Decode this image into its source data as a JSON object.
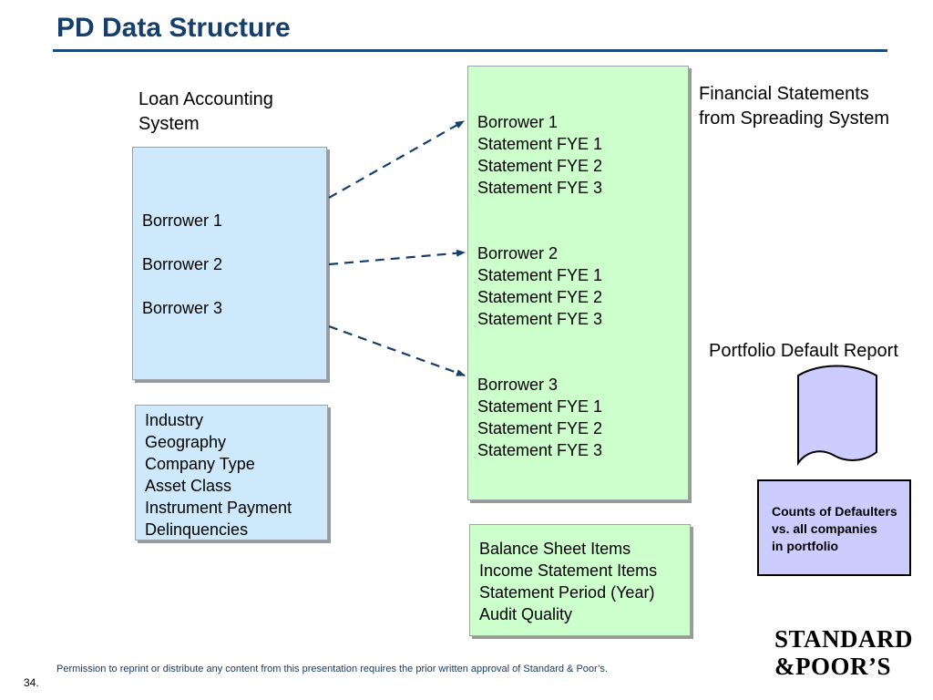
{
  "header": {
    "title": "PD Data Structure"
  },
  "loan_system": {
    "label_lines": [
      "Loan Accounting",
      "System"
    ],
    "borrowers": [
      "Borrower 1",
      "Borrower 2",
      "Borrower 3"
    ],
    "attributes": [
      "Industry",
      "Geography",
      "Company Type",
      "Asset Class",
      "Instrument Payment",
      "Delinquencies"
    ]
  },
  "financial_statements": {
    "label_lines": [
      "Financial Statements",
      "from Spreading System"
    ],
    "groups": [
      {
        "borrower": "Borrower 1",
        "statements": [
          "Statement FYE 1",
          "Statement FYE 2",
          "Statement FYE 3"
        ]
      },
      {
        "borrower": "Borrower 2",
        "statements": [
          "Statement FYE 1",
          "Statement FYE 2",
          "Statement FYE 3"
        ]
      },
      {
        "borrower": "Borrower 3",
        "statements": [
          "Statement FYE 1",
          "Statement FYE 2",
          "Statement FYE 3"
        ]
      }
    ],
    "items": [
      "Balance Sheet Items",
      "Income Statement Items",
      "Statement Period (Year)",
      "Audit Quality"
    ]
  },
  "portfolio_report": {
    "label": "Portfolio Default Report",
    "counts_lines": [
      "Counts of Defaulters",
      "vs. all companies",
      "in portfolio"
    ]
  },
  "footer": {
    "permission_note": "Permission to reprint or distribute any content from this presentation requires the prior written approval of Standard & Poor’s.",
    "page_number": "34.",
    "logo_lines": [
      "STANDARD",
      "&POOR’S"
    ]
  },
  "colors": {
    "title": "#163f6b",
    "loan_box_fill": "#cde9fb",
    "statement_box_fill": "#ccffcc",
    "counts_box_fill": "#ccccff",
    "arrow": "#163f6b"
  }
}
